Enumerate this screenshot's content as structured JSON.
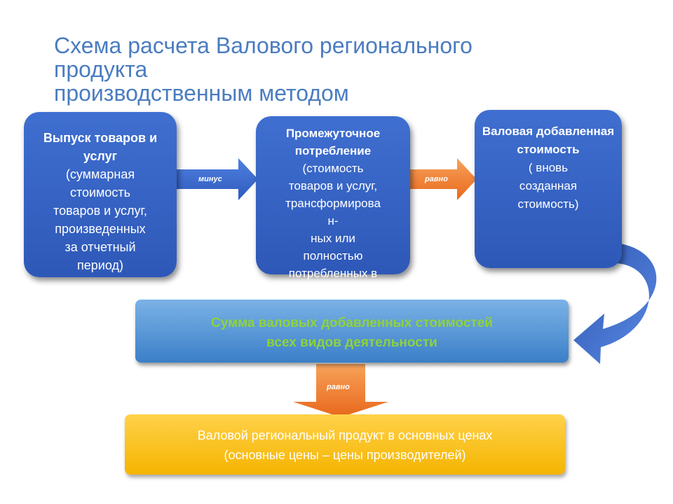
{
  "title": {
    "line1": "Схема расчета Валового регионального",
    "line2": "продукта",
    "line3": "производственным методом"
  },
  "box_output": {
    "heading": "Выпуск товаров и услуг",
    "text": "(суммарная\nстоимость\nтоваров и услуг,\nпроизведенных\nза отчетный\nпериод)"
  },
  "box_intermediate": {
    "heading": "Промежуточное потребление",
    "text": "(стоимость\nтоваров и услуг,\nтрансформирова\nн-\nных или\nполностью\nпотребленных в"
  },
  "box_gva": {
    "heading": "Валовая добавленная стоимость",
    "text": "( вновь\nсозданная\nстоимость)"
  },
  "arrow_minus": "минус",
  "arrow_equals_1": "равно",
  "arrow_equals_2": "равно",
  "sum_box": {
    "line1": "Сумма валовых добавленных стоимостей",
    "line2": "всех видов деятельности"
  },
  "result_box": {
    "line1": "Валовой региональный продукт в основных ценах",
    "line2": "(основные цены – цены производителей)"
  },
  "colors": {
    "title": "#4a7cc0",
    "box_blue": "#3363c4",
    "arrow_blue": "#3a6ad0",
    "arrow_orange": "#ef7a2a",
    "sum_text": "#8ed33a",
    "result_yellow": "#f8c420"
  }
}
